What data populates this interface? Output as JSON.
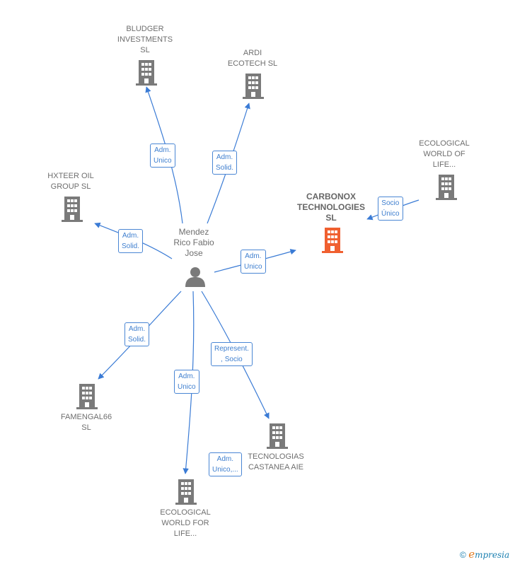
{
  "center": {
    "name": "Mendez\nRico Fabio\nJose"
  },
  "companies": {
    "bludger": "BLUDGER\nINVESTMENTS\nSL",
    "ardi": "ARDI\nECOTECH  SL",
    "hxteer": "HXTEER OIL\nGROUP  SL",
    "carbonox": "CARBONOX\nTECHNOLOGIES\nSL",
    "ecological_top": "ECOLOGICAL\nWORLD OF\nLIFE...",
    "famengal": "FAMENGAL66\nSL",
    "tecnologias": "TECNOLOGIAS\nCASTANEA AIE",
    "ecological_bottom": "ECOLOGICAL\nWORLD FOR\nLIFE..."
  },
  "edges": {
    "bludger": "Adm.\nUnico",
    "ardi": "Adm.\nSolid.",
    "hxteer": "Adm.\nSolid.",
    "carbonox": "Adm.\nUnico",
    "ecological_top": "Socio\nÚnico",
    "famengal": "Adm.\nSolid.",
    "ecological_bottom": "Adm.\nUnico",
    "tecnologias_rep": "Represent.\n, Socio",
    "tecnologias_adm": "Adm.\nUnico,..."
  },
  "colors": {
    "edge": "#3a7bd5",
    "building": "#7a7a7a",
    "highlight": "#f06030"
  },
  "footer": {
    "copyright": "©",
    "brand_e": "e",
    "brand_rest": "mpresia"
  }
}
